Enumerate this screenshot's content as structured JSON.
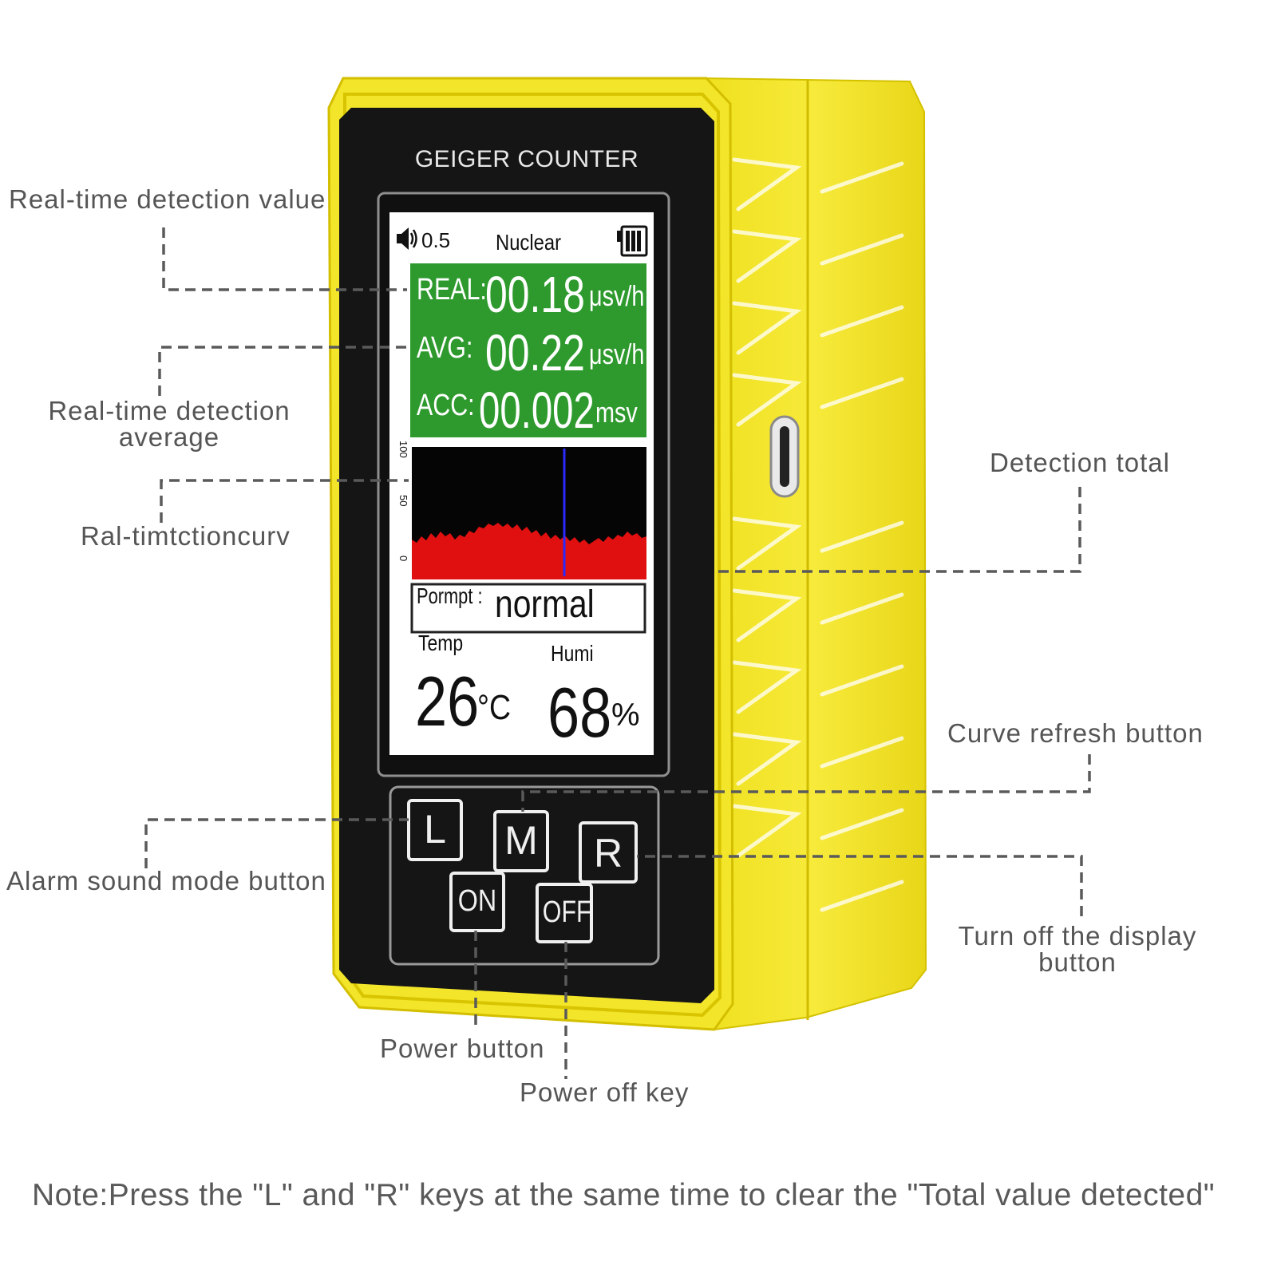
{
  "device": {
    "brand_title": "GEIGER COUNTER",
    "colors": {
      "body": "#f3e52a",
      "body_shadow": "#d9c400",
      "face": "#141414",
      "screen_green": "#2e9a2e",
      "curve_red": "#e01010",
      "marker_blue": "#2a2aff"
    },
    "status_bar": {
      "volume_icon": "speaker-icon",
      "volume_value": "0.5",
      "mode": "Nuclear",
      "battery_icon": "battery-icon"
    },
    "readings": [
      {
        "label": "REAL:",
        "value": "00.18",
        "unit": "μsv/h"
      },
      {
        "label": "AVG:",
        "value": "00.22",
        "unit": "μsv/h"
      },
      {
        "label": "ACC:",
        "value": "00.002",
        "unit": "msv"
      }
    ],
    "curve_axis": {
      "ticks": [
        "100",
        "50",
        "0"
      ]
    },
    "prompt": {
      "label": "Pormpt :",
      "value": "normal"
    },
    "temp": {
      "label": "Temp",
      "value": "26",
      "unit": "°C"
    },
    "humi": {
      "label": "Humi",
      "value": "68",
      "unit": "%"
    },
    "buttons": {
      "l": "L",
      "m": "M",
      "r": "R",
      "on": "ON",
      "off": "OFF"
    }
  },
  "callouts": {
    "real_time_value": "Real-time detection value",
    "real_time_average_line1": "Real-time detection",
    "real_time_average_line2": "average",
    "curve": "Ral-timtctioncurv",
    "alarm_sound": "Alarm sound mode button",
    "detection_total": "Detection total",
    "curve_refresh": "Curve refresh button",
    "display_off_line1": "Turn off the display",
    "display_off_line2": "button",
    "power_button": "Power button",
    "power_off_key": "Power off key"
  },
  "note": "Note:Press the \"L\" and \"R\" keys at the same time to clear the \"Total value detected\""
}
